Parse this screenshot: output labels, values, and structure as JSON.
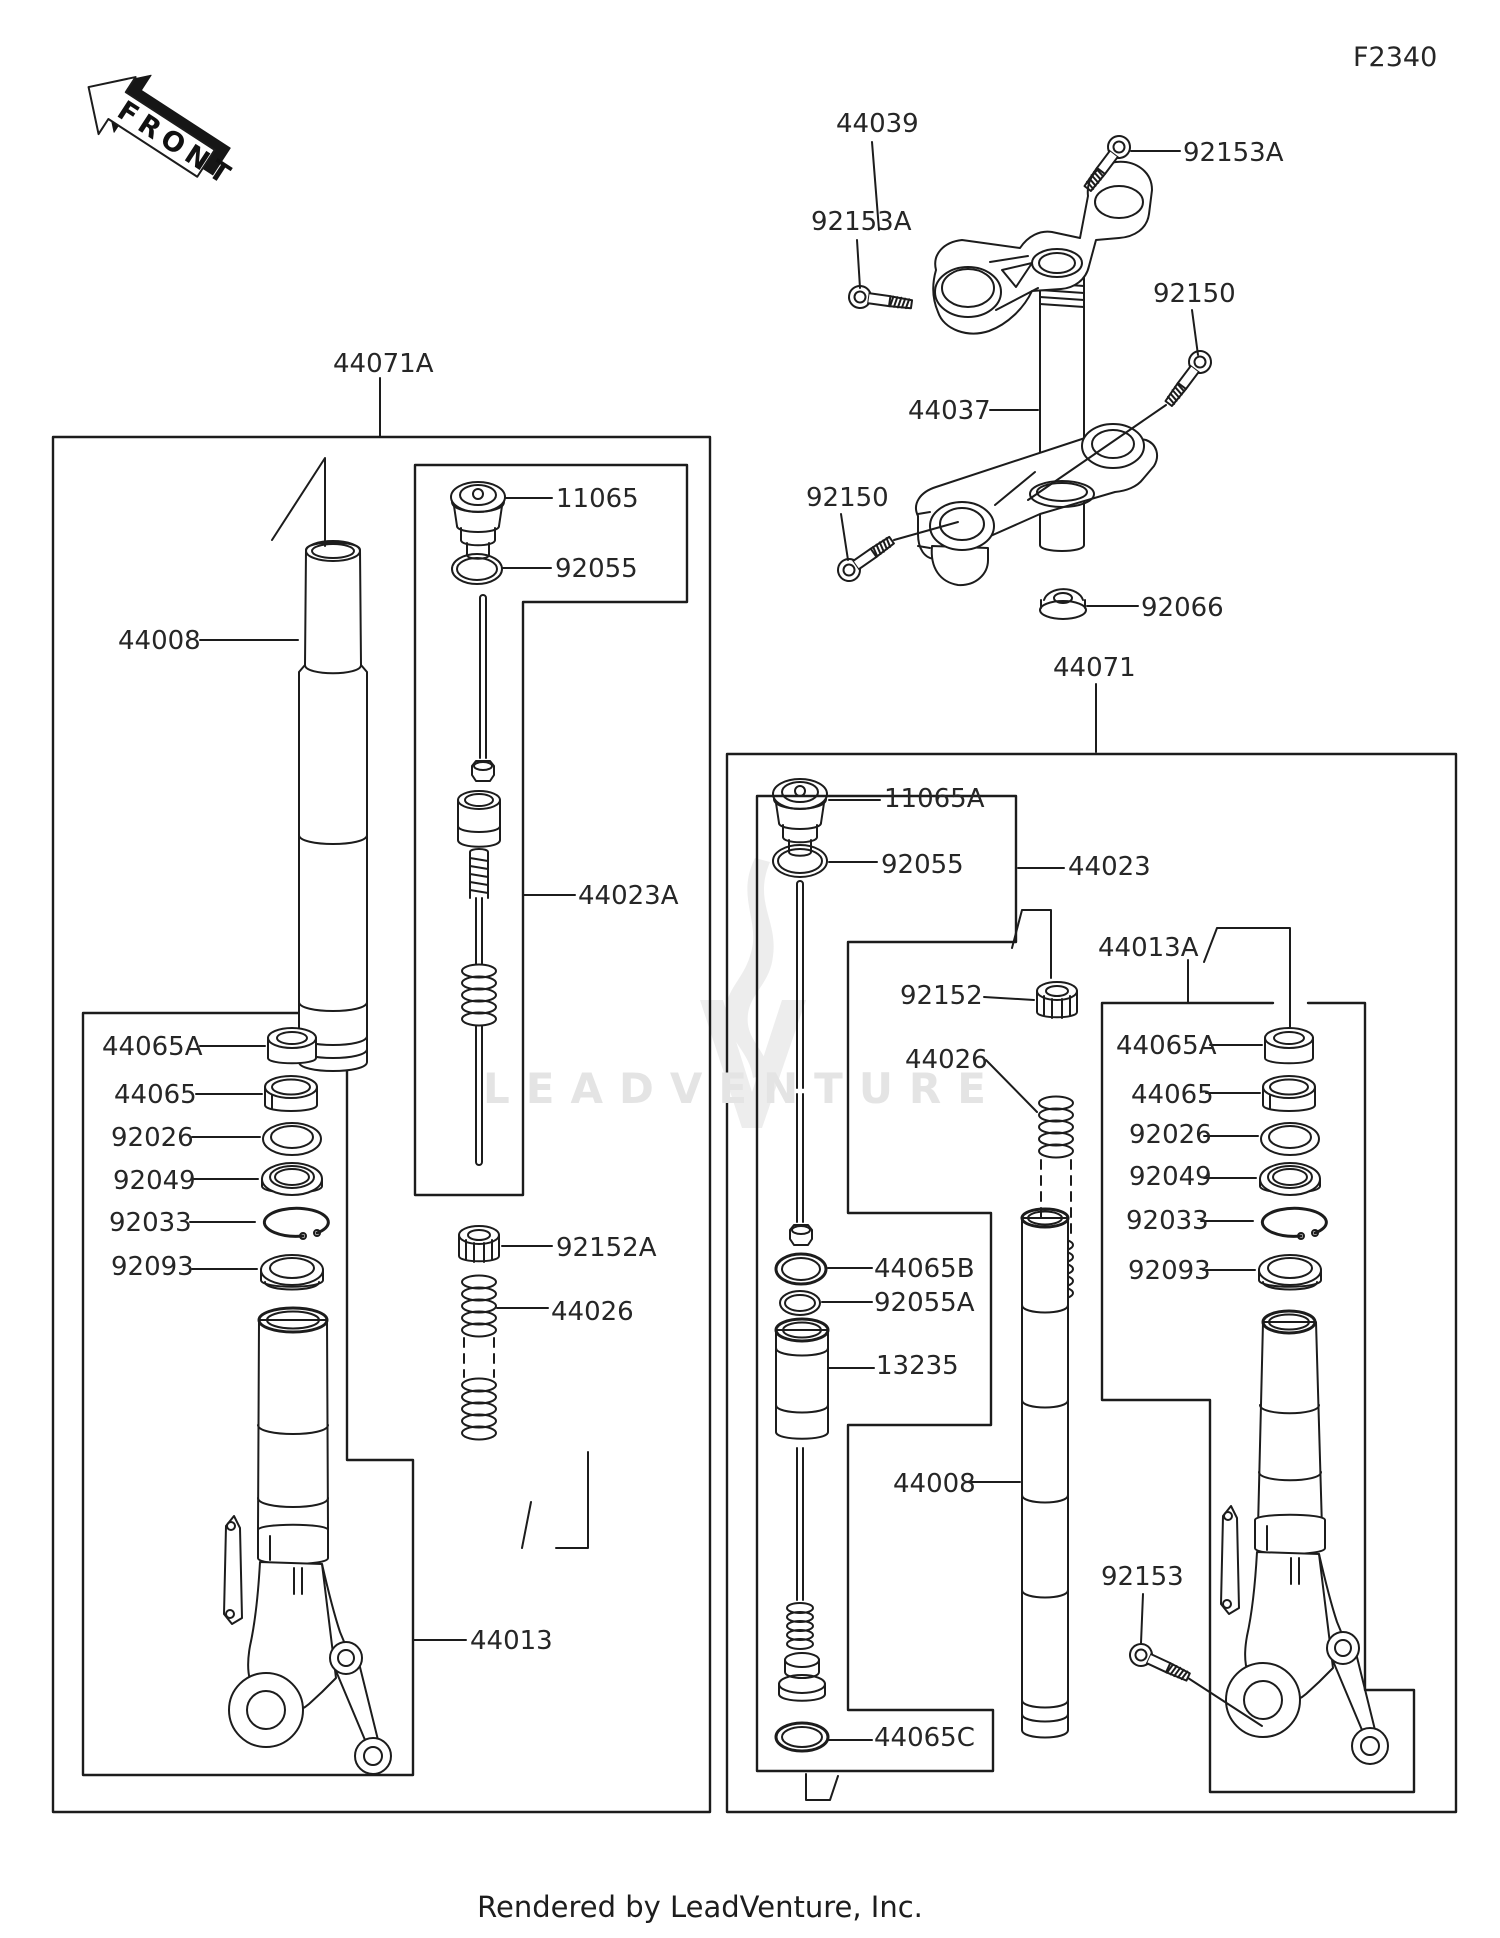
{
  "page": {
    "code": "F2340",
    "front_label": "FRONT",
    "watermark": "LEADVENTURE",
    "footer": "Rendered by LeadVenture, Inc."
  },
  "assemblies": {
    "steering": {
      "upper_clamp": "44039",
      "upper_clamp_bolt_left": "92153A",
      "upper_clamp_bolt_right": "92153A",
      "lower_clamp_bolt_right": "92150",
      "steering_stem": "44037",
      "lower_clamp_bolt_left": "92150",
      "stem_cap": "92066",
      "fork_assembly_right": "44071"
    },
    "left_fork": {
      "fork_assembly": "44071A",
      "inner_tube": "44008",
      "top_cap": "11065",
      "top_cap_oring": "92055",
      "damper_assembly": "44023A",
      "guide_bushing": "44065A",
      "slide_bushing": "44065",
      "seal_washer": "92026",
      "oil_seal": "92049",
      "retaining_ring": "92033",
      "dust_seal": "92093",
      "spring_adjuster": "92152A",
      "fork_spring": "44026",
      "outer_tube": "44013"
    },
    "right_fork": {
      "top_cap": "11065A",
      "top_cap_oring": "92055",
      "damper_assembly": "44023",
      "spring_adjuster": "92152",
      "fork_spring": "44026",
      "outer_tube_assembly": "44013A",
      "guide_bushing": "44065A",
      "slide_bushing": "44065",
      "seal_washer": "92026",
      "oil_seal": "92049",
      "retaining_ring": "92033",
      "dust_seal": "92093",
      "piston_ring": "44065B",
      "damper_oring": "92055A",
      "damper_cylinder": "13235",
      "inner_tube": "44008",
      "axle_clamp_bolt": "92153",
      "cylinder_base_oring": "44065C"
    }
  }
}
